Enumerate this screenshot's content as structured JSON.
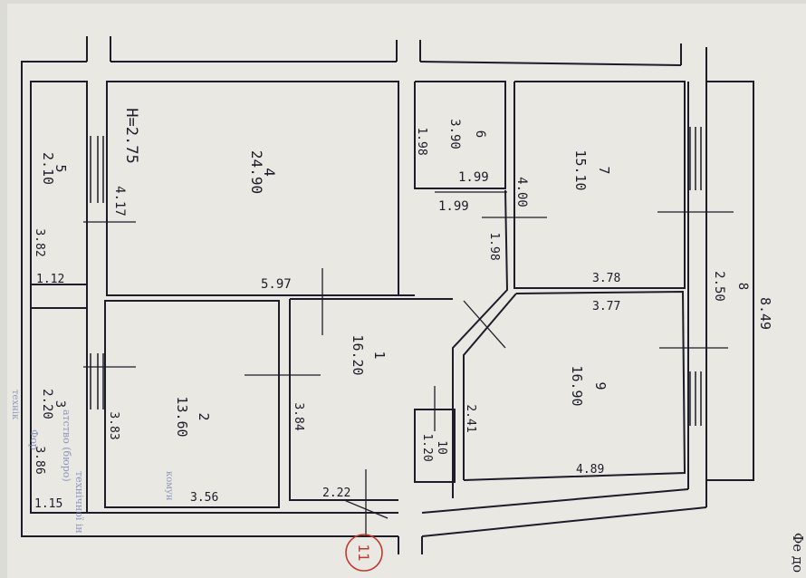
{
  "plan": {
    "ceiling_height": "H=2.75",
    "rooms": [
      {
        "no": "1",
        "area": "16.20"
      },
      {
        "no": "2",
        "area": "13.60"
      },
      {
        "no": "3",
        "area": "2.20"
      },
      {
        "no": "4",
        "area": "24.90"
      },
      {
        "no": "5",
        "area": "2.10"
      },
      {
        "no": "6",
        "area": "3.90"
      },
      {
        "no": "7",
        "area": "15.10"
      },
      {
        "no": "8",
        "area": "2.50"
      },
      {
        "no": "9",
        "area": "16.90"
      },
      {
        "no": "10",
        "area": "1.20"
      }
    ],
    "dimensions": {
      "d_5_97": "5.97",
      "d_4_17": "4.17",
      "d_3_82": "3.82",
      "d_1_12": "1.12",
      "d_1_98a": "1.98",
      "d_1_99a": "1.99",
      "d_1_99b": "1.99",
      "d_4_00": "4.00",
      "d_1_98b": "1.98",
      "d_3_78": "3.78",
      "d_3_77": "3.77",
      "d_8_49": "8.49",
      "d_3_83": "3.83",
      "d_3_84": "3.84",
      "d_3_56": "3.56",
      "d_2_22": "2.22",
      "d_2_41": "2.41",
      "d_4_89": "4.89",
      "d_3_86": "3.86",
      "d_1_15": "1.15"
    },
    "apartment_number": "11",
    "stamp_lines": [
      "технік",
      "комун",
      "атство (бюро)",
      "технічної ін",
      "Фор"
    ],
    "corner_text": "Фе до"
  },
  "colors": {
    "paper": "#e9e8e2",
    "ink": "#1c1c2a",
    "stamp": "#6f7fb0",
    "circle": "#c0392b"
  }
}
